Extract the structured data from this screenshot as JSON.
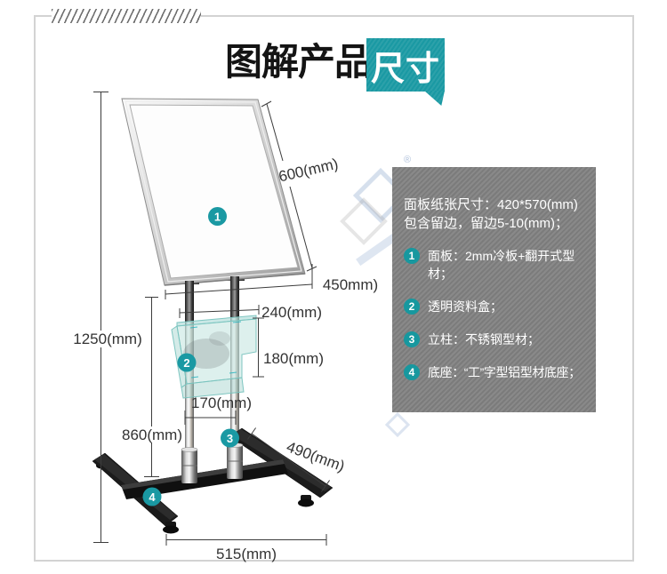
{
  "header": {
    "title_black": "图解产品",
    "title_teal": "尺寸"
  },
  "watermark": {
    "registered_mark": "®"
  },
  "diagram": {
    "labels": {
      "total_height": "1250(mm)",
      "panel_height": "600(mm)",
      "panel_width": "450mm)",
      "holder_width": "240(mm)",
      "holder_height": "180(mm)",
      "pole_spacing": "170(mm)",
      "pole_height": "860(mm)",
      "base_depth": "490(mm)",
      "base_width": "515(mm)"
    },
    "badges": [
      "1",
      "2",
      "3",
      "4"
    ]
  },
  "info_panel": {
    "intro_line1": "面板纸张尺寸：420*570(mm)",
    "intro_line2": "包含留边，留边5-10(mm)；",
    "items": [
      {
        "num": "1",
        "text": "面板：2mm冷板+翻开式型材；"
      },
      {
        "num": "2",
        "text": "透明资料盒；"
      },
      {
        "num": "3",
        "text": "立柱：不锈钢型材；"
      },
      {
        "num": "4",
        "text": "底座：“工”字型铝型材底座；"
      }
    ]
  },
  "colors": {
    "teal_accent": "#1a99a3",
    "info_panel_bg": "#838383",
    "dimension_line": "#3c3c3c",
    "border_gray": "#d3d3d3"
  }
}
